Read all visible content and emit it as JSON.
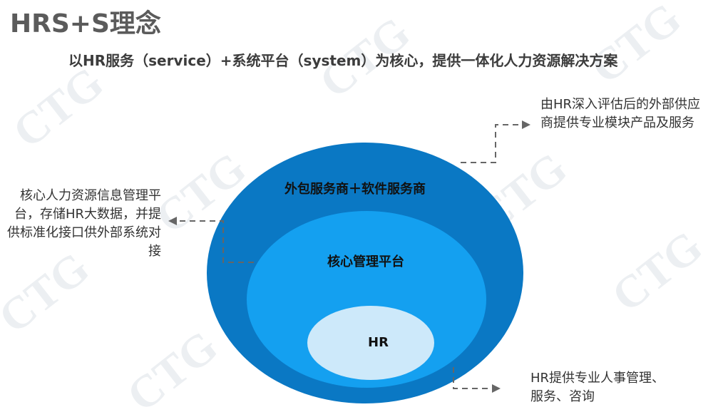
{
  "slide": {
    "title": "HRS+S理念",
    "subtitle": "以HR服务（service）+系统平台（system）为核心，提供一体化人力资源解决方案"
  },
  "watermark": {
    "text": "CTG"
  },
  "rings": {
    "outer": {
      "label": "外包服务商＋软件服务商",
      "color": "#0a78c4"
    },
    "middle": {
      "label": "核心管理平台",
      "color": "#14a0f0"
    },
    "inner": {
      "label": "HR",
      "color": "#cde9fa"
    }
  },
  "annotations": {
    "right_top": "由HR深入评估后的外部供应商提供专业模块产品及服务",
    "left": "核心人力资源信息管理平台，存储HR大数据，并提供标准化接口供外部系统对接",
    "right_bottom": "HR提供专业人事管理、服务、咨询"
  }
}
